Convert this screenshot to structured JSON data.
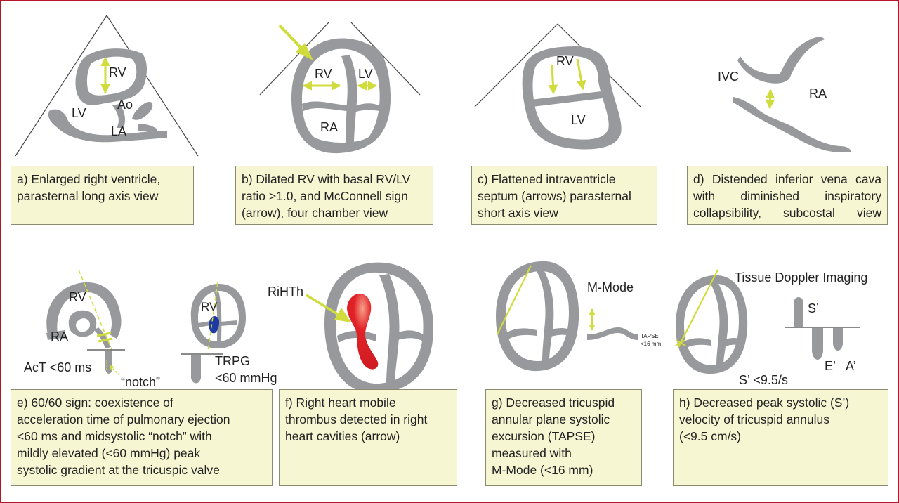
{
  "captions": {
    "a": "a) Enlarged right ventricle,\nparasternal long axis view",
    "b": "b) Dilated RV with basal RV/LV\nratio >1.0, and McConnell sign\n(arrow), four chamber view",
    "c": "c) Flattened intraventricle\nseptum (arrows) parasternal\nshort axis view",
    "d": "d) Distended inferior vena cava\nwith diminished inspiratory\ncollapsibility, subcostal view",
    "e": "e) 60/60 sign: coexistence of\nacceleration time of pulmonary ejection\n<60 ms and midsystolic “notch” with\nmildly elevated (<60 mmHg) peak\nsystolic gradient at the tricuspic valve",
    "f": "f) Right heart mobile\nthrombus detected in right\nheart cavities (arrow)",
    "g": "g) Decreased tricuspid\nannular plane systolic\nexcursion (TAPSE)\nmeasured with\nM-Mode (<16 mm)",
    "h": "h) Decreased peak systolic (S’)\nvelocity of tricuspid annulus\n(<9.5 cm/s)"
  },
  "labels": {
    "a_rv": "RV",
    "a_lv": "LV",
    "a_ao": "Ao",
    "a_la": "LA",
    "b_rv": "RV",
    "b_lv": "LV",
    "b_ra": "RA",
    "c_rv": "RV",
    "c_lv": "LV",
    "d_ivc": "IVC",
    "d_ra": "RA",
    "e_rv": "RV",
    "e_ra": "RA",
    "e_act": "AcT <60 ms",
    "e_notch": "“notch”",
    "e_rv2": "RV",
    "e_trpg1": "TRPG",
    "e_trpg2": "<60 mmHg",
    "f_rihth": "RiHTh",
    "g_mmode": "M-Mode",
    "g_tapse1": "TAPSE",
    "g_tapse2": "<16 mm",
    "h_tdi": "Tissue Doppler Imaging",
    "h_s": "S’",
    "h_e": "E’",
    "h_a": "A’",
    "h_s2": "S’ <9.5/s"
  },
  "colors": {
    "frame": "#b5162c",
    "caption_bg": "#f7f6d3",
    "wall": "#97999c",
    "arrow": "#cfdc3c",
    "thrombus": "#e12228",
    "blue": "#1f3aa0"
  }
}
